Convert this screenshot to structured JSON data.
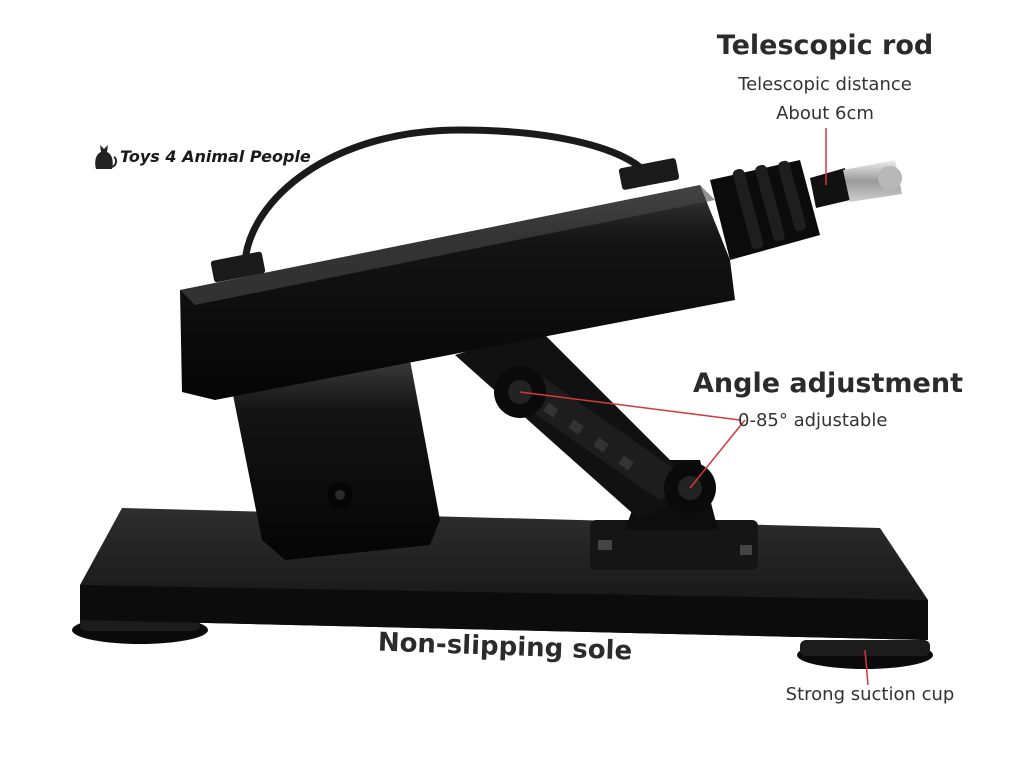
{
  "brand": {
    "name": "Toys 4 Animal People",
    "icon": "cat-logo-icon"
  },
  "callouts": {
    "telescopic_rod": {
      "title": "Telescopic rod",
      "line1": "Telescopic distance",
      "line2": "About 6cm"
    },
    "angle_adjustment": {
      "title": "Angle adjustment",
      "line1": "0-85° adjustable"
    },
    "sole": {
      "title": "Non-slipping sole"
    },
    "suction_cup": {
      "title": "Strong suction cup"
    }
  },
  "colors": {
    "background": "#ffffff",
    "product": "#111111",
    "pointer_line": "#d23a3a",
    "text": "#333333"
  }
}
